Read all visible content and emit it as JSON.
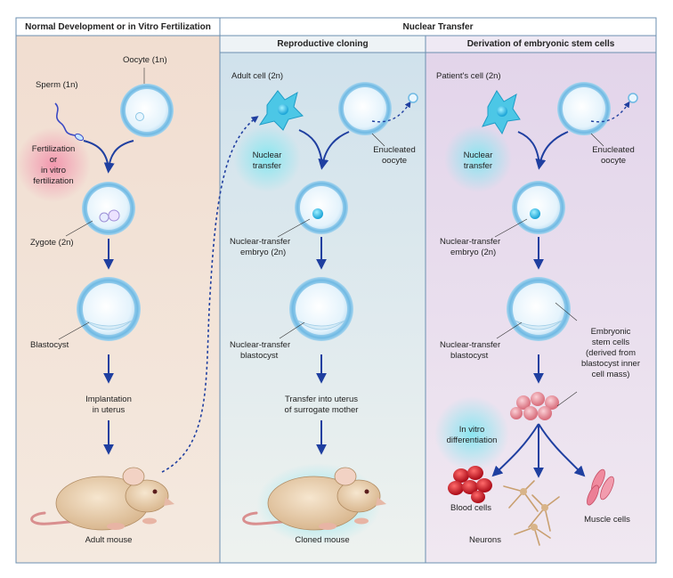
{
  "headers": {
    "left": "Normal Development or in Vitro Fertilization",
    "right": "Nuclear Transfer",
    "middle_sub": "Reproductive cloning",
    "right_sub": "Derivation of embryonic stem cells"
  },
  "left_panel": {
    "oocyte": "Oocyte (1n)",
    "sperm": "Sperm (1n)",
    "fertilization": [
      "Fertilization",
      "or",
      "in vitro",
      "fertilization"
    ],
    "zygote": "Zygote (2n)",
    "blastocyst": "Blastocyst",
    "implantation": [
      "Implantation",
      "in uterus"
    ],
    "adult_mouse": "Adult mouse"
  },
  "middle_panel": {
    "adult_cell": "Adult cell (2n)",
    "nuclear_transfer": [
      "Nuclear",
      "transfer"
    ],
    "enucleated": [
      "Enucleated",
      "oocyte"
    ],
    "embryo": [
      "Nuclear-transfer",
      "embryo (2n)"
    ],
    "blastocyst": [
      "Nuclear-transfer",
      "blastocyst"
    ],
    "transfer": [
      "Transfer into uterus",
      "of surrogate mother"
    ],
    "cloned_mouse": "Cloned mouse"
  },
  "right_panel": {
    "patient_cell": "Patient's cell (2n)",
    "nuclear_transfer": [
      "Nuclear",
      "transfer"
    ],
    "enucleated": [
      "Enucleated",
      "oocyte"
    ],
    "embryo": [
      "Nuclear-transfer",
      "embryo (2n)"
    ],
    "blastocyst": [
      "Nuclear-transfer",
      "blastocyst"
    ],
    "stem_cells": [
      "Embryonic",
      "stem cells",
      "(derived from",
      "blastocyst inner",
      "cell mass)"
    ],
    "in_vitro": [
      "In vitro",
      "differentiation"
    ],
    "blood_cells": "Blood cells",
    "neurons": "Neurons",
    "muscle_cells": "Muscle cells"
  }
}
